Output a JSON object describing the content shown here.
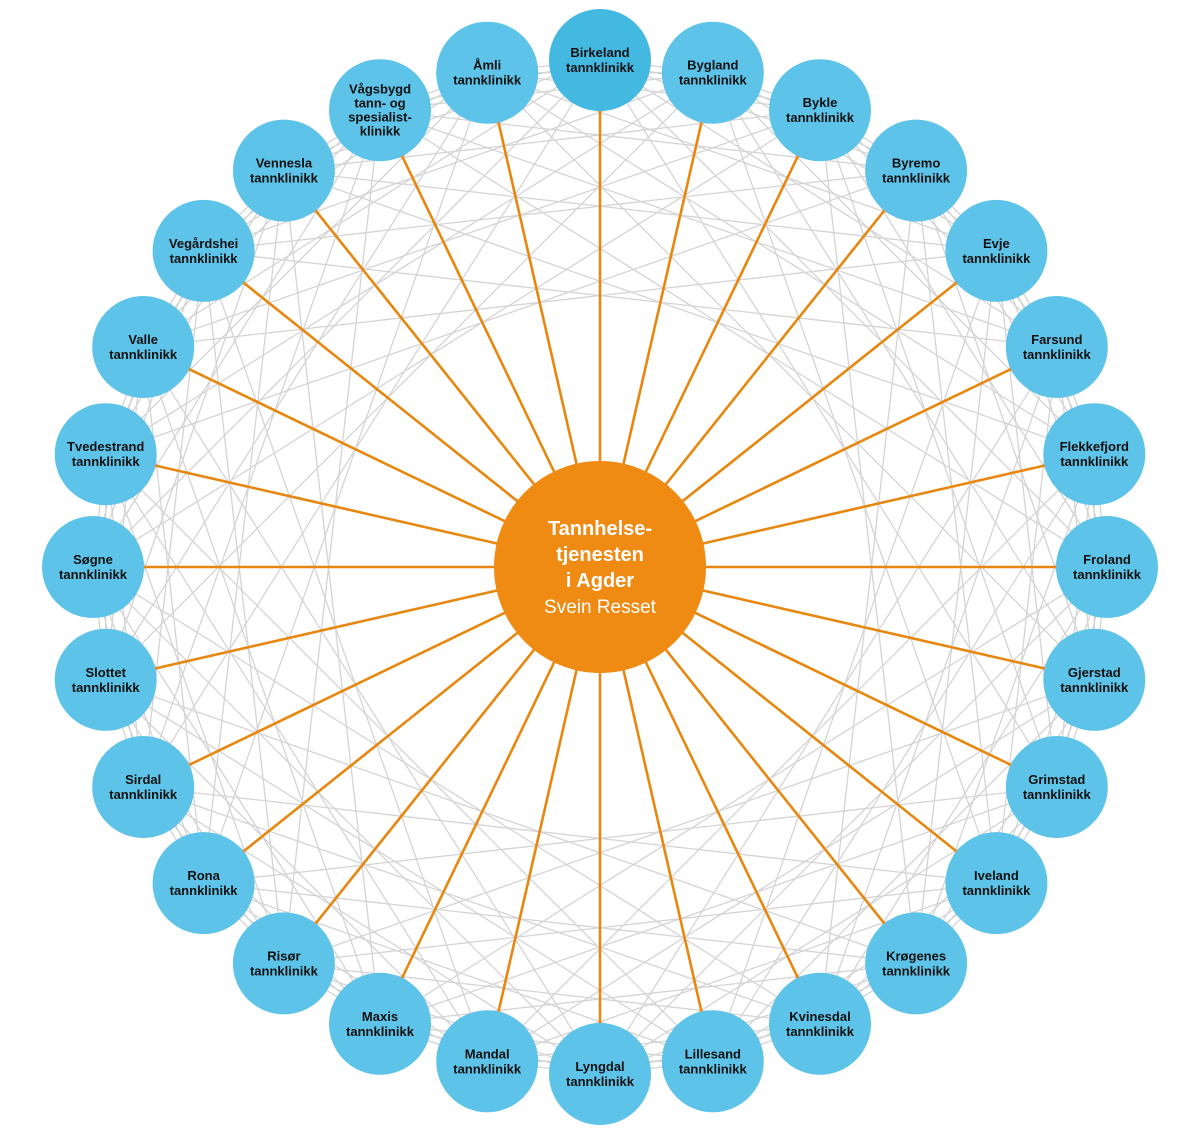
{
  "colors": {
    "node_fill": "#5ec3e8",
    "node_fill_highlight": "#43b9e2",
    "hub_fill": "#ef8a12",
    "spoke_line": "#e8870f",
    "mesh_line": "#d4d4d4",
    "node_text": "#111111",
    "hub_text": "#ffffff"
  },
  "hub": {
    "title_lines": [
      "Tannhelse-",
      "tjenesten",
      "i Agder"
    ],
    "subtitle": "Svein Resset"
  },
  "nodes": [
    {
      "id": "birkeland",
      "lines": [
        "Birkeland",
        "tannklinikk"
      ],
      "highlight": true
    },
    {
      "id": "bygland",
      "lines": [
        "Bygland",
        "tannklinikk"
      ]
    },
    {
      "id": "bykle",
      "lines": [
        "Bykle",
        "tannklinikk"
      ]
    },
    {
      "id": "byremo",
      "lines": [
        "Byremo",
        "tannklinikk"
      ]
    },
    {
      "id": "evje",
      "lines": [
        "Evje",
        "tannklinikk"
      ]
    },
    {
      "id": "farsund",
      "lines": [
        "Farsund",
        "tannklinikk"
      ]
    },
    {
      "id": "flekkefjord",
      "lines": [
        "Flekkefjord",
        "tannklinikk"
      ]
    },
    {
      "id": "froland",
      "lines": [
        "Froland",
        "tannklinikk"
      ]
    },
    {
      "id": "gjerstad",
      "lines": [
        "Gjerstad",
        "tannklinikk"
      ]
    },
    {
      "id": "grimstad",
      "lines": [
        "Grimstad",
        "tannklinikk"
      ]
    },
    {
      "id": "iveland",
      "lines": [
        "Iveland",
        "tannklinikk"
      ]
    },
    {
      "id": "krogenes",
      "lines": [
        "Krøgenes",
        "tannklinikk"
      ]
    },
    {
      "id": "kvinesdal",
      "lines": [
        "Kvinesdal",
        "tannklinikk"
      ]
    },
    {
      "id": "lillesand",
      "lines": [
        "Lillesand",
        "tannklinikk"
      ]
    },
    {
      "id": "lyngdal",
      "lines": [
        "Lyngdal",
        "tannklinikk"
      ]
    },
    {
      "id": "mandal",
      "lines": [
        "Mandal",
        "tannklinikk"
      ]
    },
    {
      "id": "maxis",
      "lines": [
        "Maxis",
        "tannklinikk"
      ]
    },
    {
      "id": "risor",
      "lines": [
        "Risør",
        "tannklinikk"
      ]
    },
    {
      "id": "rona",
      "lines": [
        "Rona",
        "tannklinikk"
      ]
    },
    {
      "id": "sirdal",
      "lines": [
        "Sirdal",
        "tannklinikk"
      ]
    },
    {
      "id": "slottet",
      "lines": [
        "Slottet",
        "tannklinikk"
      ]
    },
    {
      "id": "sogne",
      "lines": [
        "Søgne",
        "tannklinikk"
      ]
    },
    {
      "id": "tvedestrand",
      "lines": [
        "Tvedestrand",
        "tannklinikk"
      ]
    },
    {
      "id": "valle",
      "lines": [
        "Valle",
        "tannklinikk"
      ]
    },
    {
      "id": "vegardshei",
      "lines": [
        "Vegårdshei",
        "tannklinikk"
      ]
    },
    {
      "id": "vennesla",
      "lines": [
        "Vennesla",
        "tannklinikk"
      ]
    },
    {
      "id": "vagsbygd",
      "lines": [
        "Vågsbygd",
        "tann- og",
        "spesialist-",
        "klinikk"
      ]
    },
    {
      "id": "amli",
      "lines": [
        "Åmli",
        "tannklinikk"
      ]
    }
  ]
}
